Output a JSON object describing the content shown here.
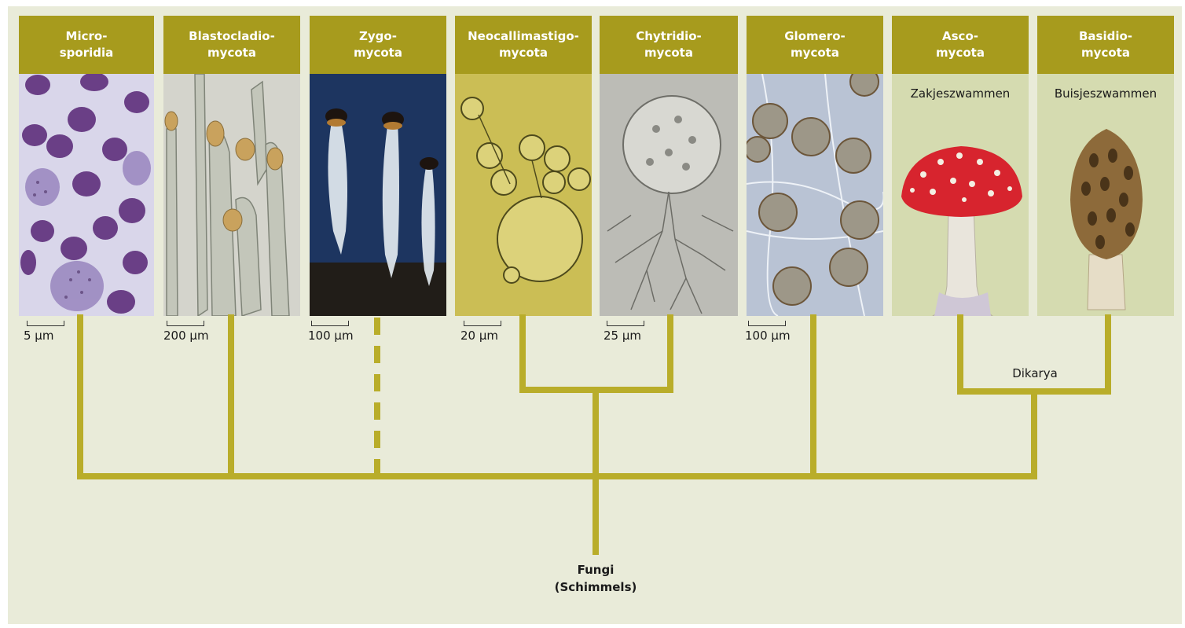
{
  "groups": [
    {
      "id": "microsporidia",
      "name": "Micro-\nsporidia",
      "scale": "5 µm",
      "subtitle": ""
    },
    {
      "id": "blastocladiomycota",
      "name": "Blastocladio-\nmycota",
      "scale": "200 µm",
      "subtitle": ""
    },
    {
      "id": "zygomycota",
      "name": "Zygo-\nmycota",
      "scale": "100 µm",
      "subtitle": ""
    },
    {
      "id": "neocallimastigomycota",
      "name": "Neocallimastigo-\nmycota",
      "scale": "20 µm",
      "subtitle": ""
    },
    {
      "id": "chytridiomycota",
      "name": "Chytridio-\nmycota",
      "scale": "25 µm",
      "subtitle": ""
    },
    {
      "id": "glomeromycota",
      "name": "Glomero-\nmycota",
      "scale": "100 µm",
      "subtitle": ""
    },
    {
      "id": "ascomycota",
      "name": "Asco-\nmycota",
      "scale": "",
      "subtitle": "Zakjeszwammen"
    },
    {
      "id": "basidiomycota",
      "name": "Basidio-\nmycota",
      "scale": "",
      "subtitle": "Buisjeszwammen"
    }
  ],
  "tree": {
    "clade_label": "Dikarya",
    "root_label_line1": "Fungi",
    "root_label_line2": "(Schimmels)"
  },
  "colors": {
    "accent": "#a79b1d",
    "background": "#e9ebd9",
    "branch": "#b9ad2a"
  }
}
